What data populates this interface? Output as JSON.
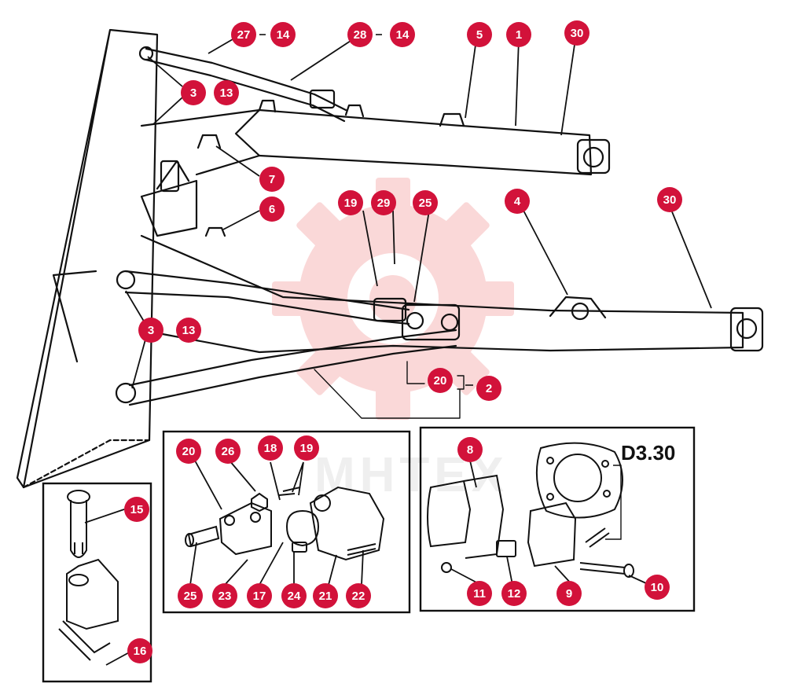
{
  "colors": {
    "callout_fill": "#d2123a",
    "line_art": "#111111",
    "watermark": "#f28b8b",
    "background": "#ffffff"
  },
  "watermark": {
    "icon": "gear-icon",
    "text": "МНТЕХ"
  },
  "model_label": "D3.30",
  "callouts": {
    "c27": "27",
    "c14a": "14",
    "c28": "28",
    "c14b": "14",
    "c5": "5",
    "c1": "1",
    "c30a": "30",
    "c3a": "3",
    "c13a": "13",
    "c7": "7",
    "c6": "6",
    "c19a": "19",
    "c29": "29",
    "c25a": "25",
    "c4": "4",
    "c30b": "30",
    "c3b": "3",
    "c13b": "13",
    "c20a": "20",
    "c2": "2",
    "c15": "15",
    "c16": "16",
    "c20b": "20",
    "c26": "26",
    "c18": "18",
    "c19b": "19",
    "c25b": "25",
    "c23": "23",
    "c17": "17",
    "c24": "24",
    "c21": "21",
    "c22": "22",
    "c8": "8",
    "c11": "11",
    "c12": "12",
    "c9": "9",
    "c10": "10"
  }
}
